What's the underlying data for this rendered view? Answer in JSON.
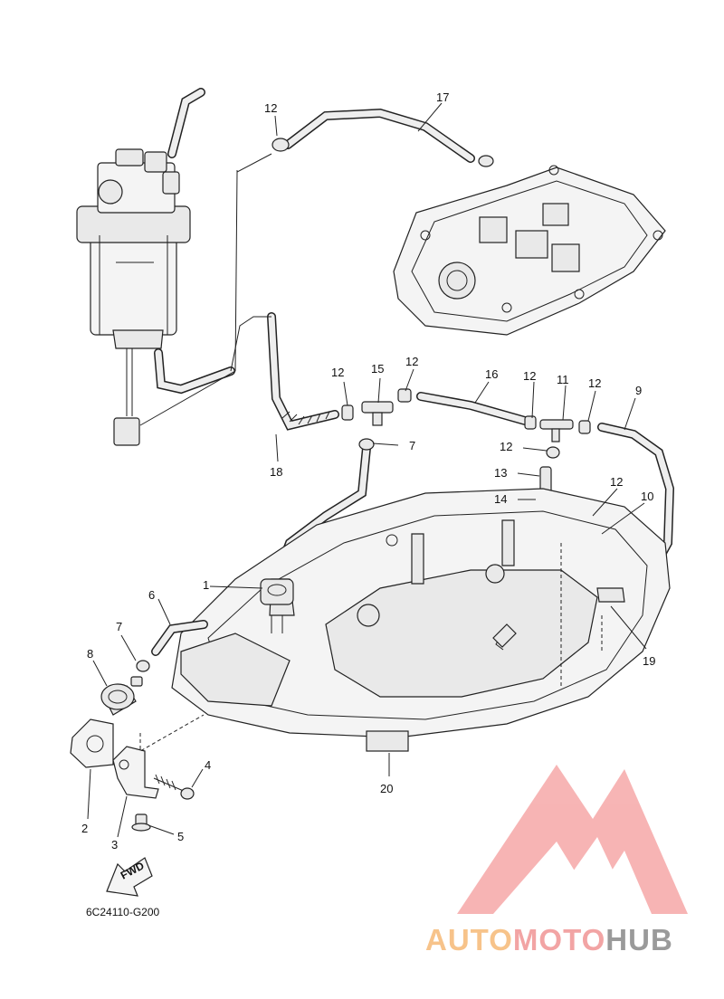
{
  "diagram_code": "6C24110-G200",
  "fwd_label": "FWD",
  "callouts": [
    {
      "id": "c1",
      "text": "1"
    },
    {
      "id": "c2",
      "text": "2"
    },
    {
      "id": "c3",
      "text": "3"
    },
    {
      "id": "c4",
      "text": "4"
    },
    {
      "id": "c5",
      "text": "5"
    },
    {
      "id": "c6",
      "text": "6"
    },
    {
      "id": "c7a",
      "text": "7"
    },
    {
      "id": "c7b",
      "text": "7"
    },
    {
      "id": "c8",
      "text": "8"
    },
    {
      "id": "c9",
      "text": "9"
    },
    {
      "id": "c10",
      "text": "10"
    },
    {
      "id": "c11",
      "text": "11"
    },
    {
      "id": "c12a",
      "text": "12"
    },
    {
      "id": "c12b",
      "text": "12"
    },
    {
      "id": "c12c",
      "text": "12"
    },
    {
      "id": "c12d",
      "text": "12"
    },
    {
      "id": "c12e",
      "text": "12"
    },
    {
      "id": "c12f",
      "text": "12"
    },
    {
      "id": "c12g",
      "text": "12"
    },
    {
      "id": "c13",
      "text": "13"
    },
    {
      "id": "c14",
      "text": "14"
    },
    {
      "id": "c15",
      "text": "15"
    },
    {
      "id": "c16",
      "text": "16"
    },
    {
      "id": "c17",
      "text": "17"
    },
    {
      "id": "c18",
      "text": "18"
    },
    {
      "id": "c19",
      "text": "19"
    },
    {
      "id": "c20",
      "text": "20"
    }
  ],
  "watermark": {
    "part1": "AUTO",
    "part2": "MOTO",
    "part3": "HUB",
    "logo_color": "#f28c8c",
    "accent_color": "#f7c38a"
  }
}
